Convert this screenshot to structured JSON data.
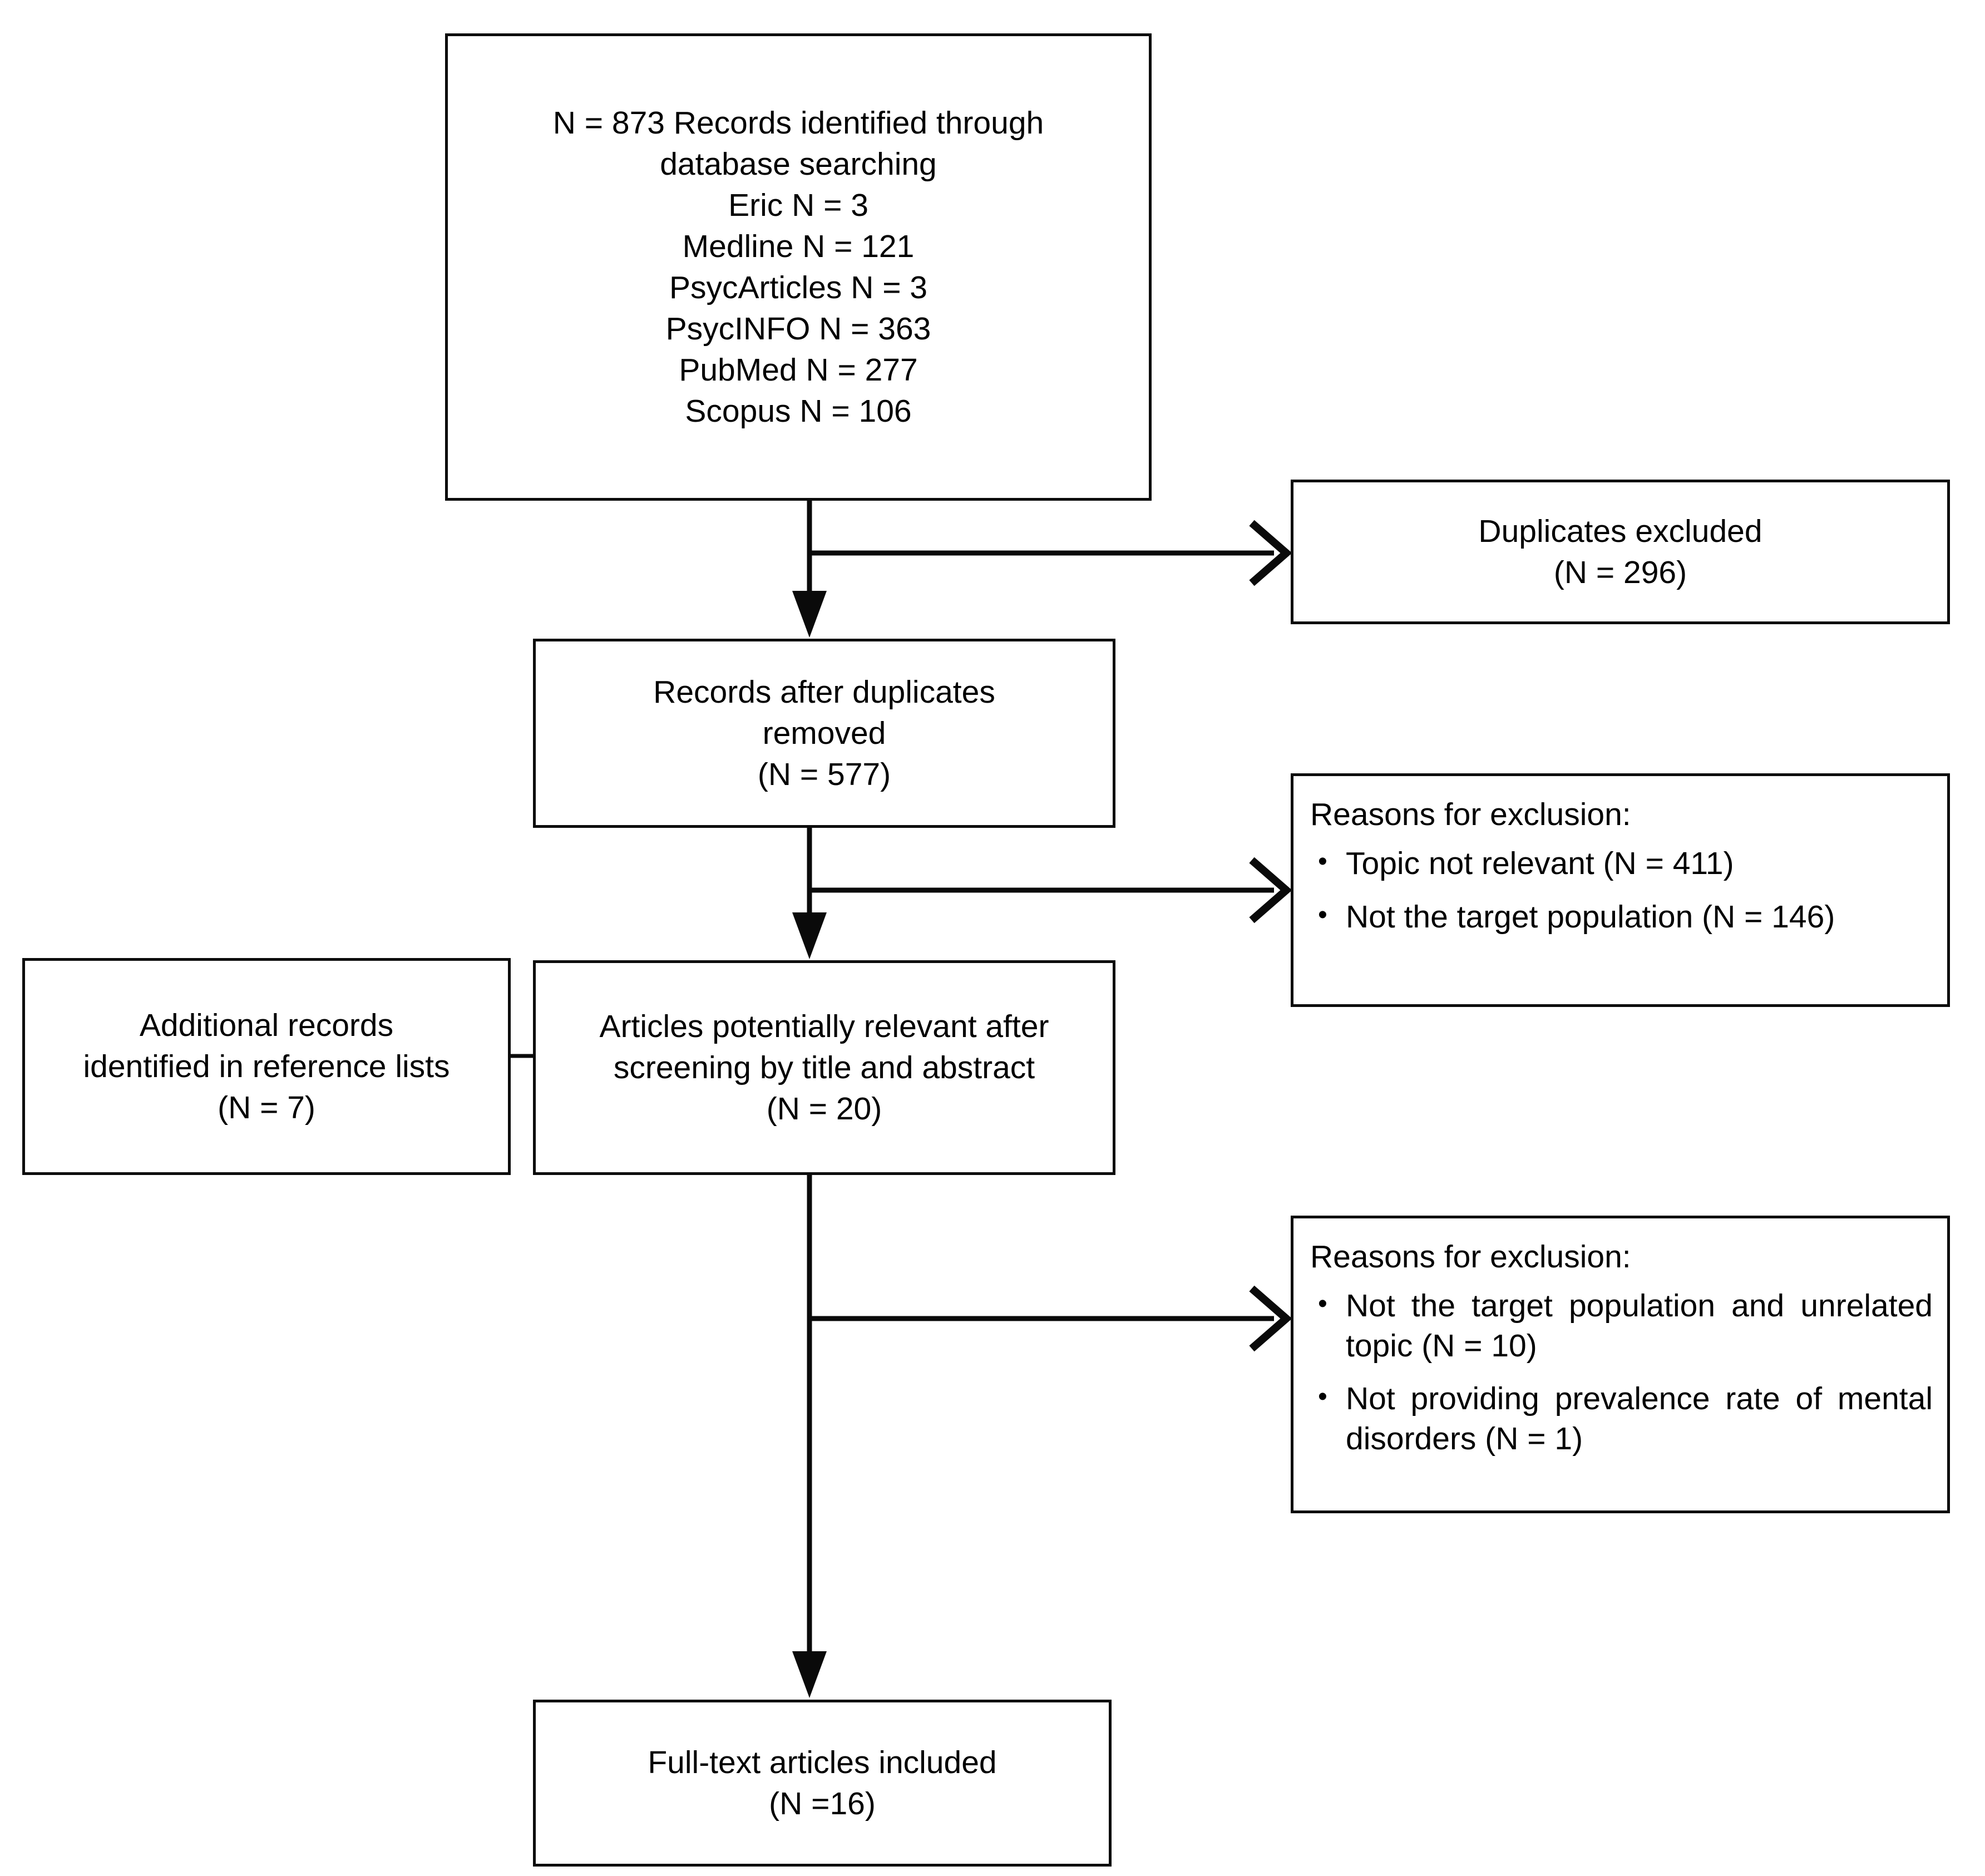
{
  "diagram": {
    "type": "prisma-flow-diagram",
    "colors": {
      "stroke": "#0a0a0a",
      "background": "#ffffff",
      "text": "#000000"
    },
    "boxes": {
      "identified": {
        "lines": [
          "N = 873 Records identified through",
          "database searching",
          "Eric N = 3",
          "Medline N = 121",
          "PsycArticles N = 3",
          "PsycINFO N = 363",
          "PubMed N = 277",
          "Scopus N = 106"
        ]
      },
      "duplicates_excluded": {
        "lines": [
          "Duplicates excluded",
          "(N = 296)"
        ]
      },
      "after_duplicates": {
        "lines": [
          "Records after duplicates",
          "removed",
          "(N = 577)"
        ]
      },
      "exclusion_1": {
        "title": "Reasons for exclusion:",
        "items": [
          "Topic not relevant (N = 411)",
          "Not the target population (N = 146)"
        ],
        "bullet": "•"
      },
      "additional_records": {
        "lines": [
          "Additional records",
          "identified in reference lists",
          "(N = 7)"
        ]
      },
      "screening": {
        "lines": [
          "Articles potentially relevant after",
          "screening by title and abstract",
          "(N = 20)"
        ]
      },
      "exclusion_2": {
        "title": "Reasons for exclusion:",
        "items": [
          "Not the target population and unrelated topic (N = 10)",
          "Not providing prevalence rate of mental disorders (N = 1)"
        ],
        "bullet": "•"
      },
      "full_text_included": {
        "lines": [
          "Full-text articles included",
          "(N =16)"
        ]
      }
    }
  }
}
